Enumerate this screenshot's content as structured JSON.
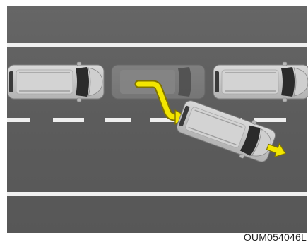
{
  "diagram": {
    "figure_code": "OUM054046L",
    "colors": {
      "road": "#5e5e5e",
      "road_dark": "#555555",
      "lane_marking": "#f2f2f2",
      "arrow_fill": "#f2e600",
      "arrow_outline": "#8c7f00",
      "vehicle_body": "#c9c9c9",
      "vehicle_outline": "#7a7a7a",
      "glass": "#2b2b2b",
      "frame_border": "#d8d8d8"
    },
    "scene": {
      "lane_markings": [
        "solid-top",
        "dashed-center",
        "solid-bottom"
      ],
      "parked_vehicles": [
        "vehicle-left",
        "vehicle-middle-ghost",
        "vehicle-right"
      ],
      "moving_vehicle": "vehicle-exiting",
      "direction_arrows": [
        "path-arrow",
        "forward-arrow"
      ]
    }
  }
}
